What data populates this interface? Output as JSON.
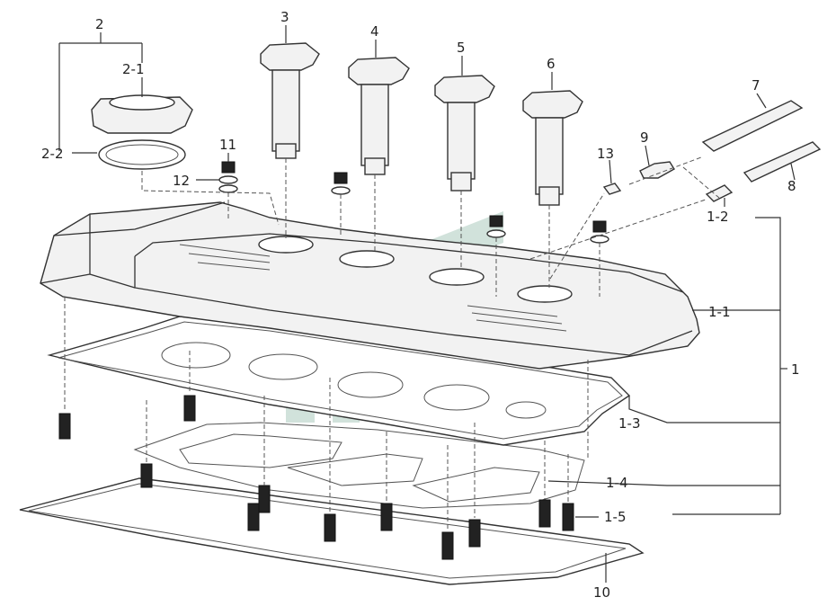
{
  "labels": {
    "l1": "1",
    "l1_1": "1-1",
    "l1_2": "1-2",
    "l1_3": "1-3",
    "l1_4": "1-4",
    "l1_5": "1-5",
    "l2": "2",
    "l2_1": "2-1",
    "l2_2": "2-2",
    "l3": "3",
    "l4": "4",
    "l5": "5",
    "l6": "6",
    "l7": "7",
    "l8": "8",
    "l9": "9",
    "l10": "10",
    "l11": "11",
    "l12": "12",
    "l13": "13"
  },
  "colors": {
    "line": "#333333",
    "watermark": "#2e7d5b",
    "background": "#ffffff"
  }
}
